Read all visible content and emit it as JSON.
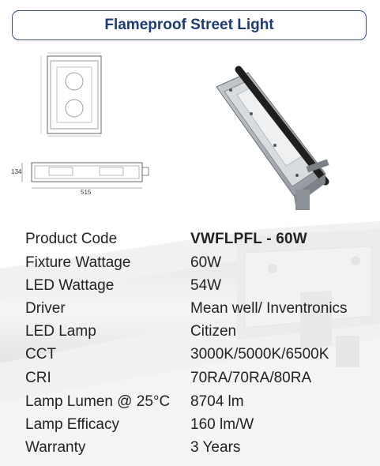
{
  "title": "Flameproof Street Light",
  "drawing": {
    "height_dim": "134",
    "width_dim": "515"
  },
  "specs": [
    {
      "label": "Product Code",
      "value": "VWFLPFL - 60W"
    },
    {
      "label": "Fixture Wattage",
      "value": "60W"
    },
    {
      "label": "LED Wattage",
      "value": "54W"
    },
    {
      "label": "Driver",
      "value": "Mean well/ Inventronics"
    },
    {
      "label": "LED Lamp",
      "value": "Citizen"
    },
    {
      "label": "CCT",
      "value": "3000K/5000K/6500K"
    },
    {
      "label": "CRI",
      "value": "70RA/70RA/80RA"
    },
    {
      "label": "Lamp Lumen @ 25°C",
      "value": "8704 lm"
    },
    {
      "label": "Lamp Efficacy",
      "value": "160 lm/W"
    },
    {
      "label": "Warranty",
      "value": "3 Years"
    }
  ]
}
